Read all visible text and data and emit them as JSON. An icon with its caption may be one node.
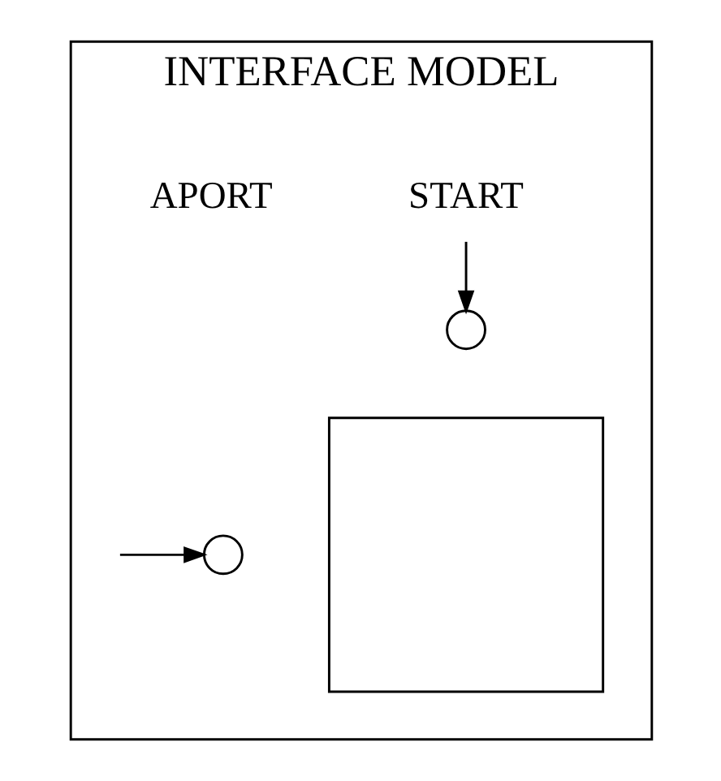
{
  "diagram": {
    "nodes": [
      {
        "text": [
          "INTERFACE MODEL"
        ]
      },
      {
        "text": [
          "START"
        ],
        "in": 0
      },
      {
        "text": [
          "APORT"
        ],
        "in": 0
      },
      {
        "text": [],
        "shape": "box",
        "in": 0
      },
      {
        "text": [],
        "shape": "circle",
        "in": 0
      },
      {
        "text": [],
        "shape": "circle",
        "in": 0
      }
    ],
    "edges": [
      {
        "from": 1,
        "to": 4,
        "arrow": "to"
      },
      {
        "from": null,
        "to": 5,
        "arrow": "to"
      }
    ]
  }
}
